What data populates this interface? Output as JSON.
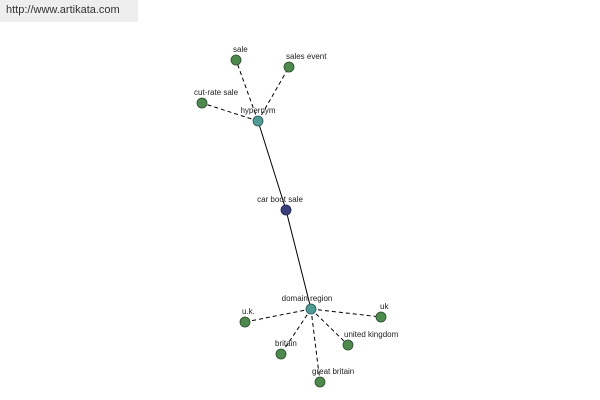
{
  "watermark": {
    "url": "http://www.artikata.com"
  },
  "center": {
    "label": "car boot sale",
    "color": "#3a3f7a"
  },
  "hubs": [
    {
      "id": "hypernym",
      "label": "hypernym",
      "color": "#4f9a94"
    },
    {
      "id": "domain-region",
      "label": "domain region",
      "color": "#4f9a94"
    }
  ],
  "leaves": [
    {
      "hub": "hypernym",
      "label": "sale"
    },
    {
      "hub": "hypernym",
      "label": "sales event"
    },
    {
      "hub": "hypernym",
      "label": "cut-rate sale"
    },
    {
      "hub": "domain-region",
      "label": "u.k."
    },
    {
      "hub": "domain-region",
      "label": "uk"
    },
    {
      "hub": "domain-region",
      "label": "united kingdom"
    },
    {
      "hub": "domain-region",
      "label": "britain"
    },
    {
      "hub": "domain-region",
      "label": "great britain"
    }
  ],
  "colors": {
    "leaf": "#4e8a4e",
    "edge": "#000000"
  }
}
